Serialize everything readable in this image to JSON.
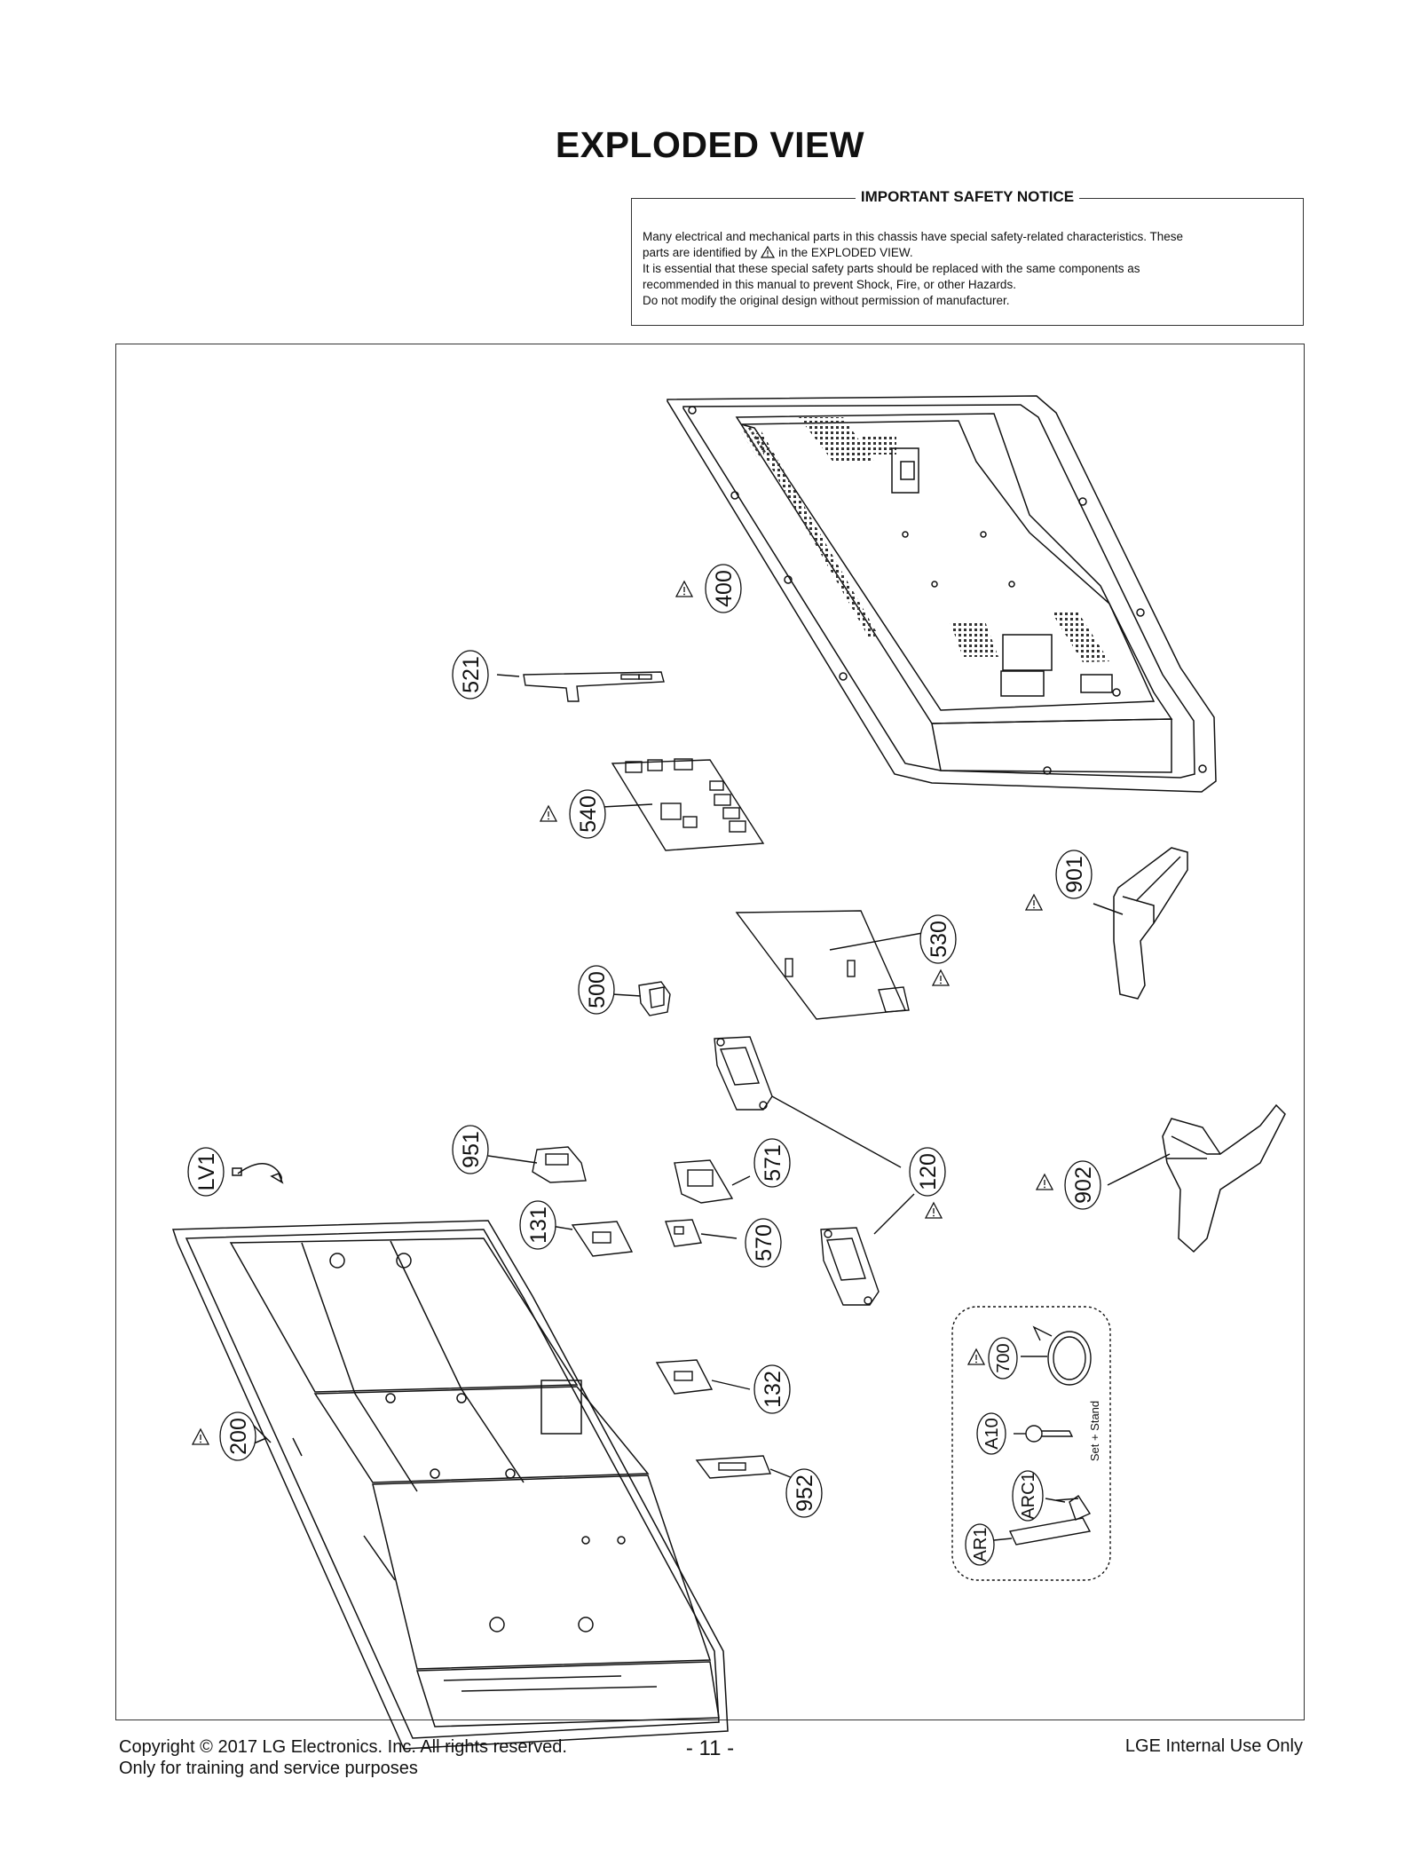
{
  "page": {
    "title": "EXPLODED VIEW"
  },
  "notice": {
    "heading": "IMPORTANT SAFETY NOTICE",
    "line1": "Many electrical and mechanical parts in this chassis have special safety-related characteristics. These",
    "line2a": "parts are identified by",
    "line2b": "in the EXPLODED VIEW.",
    "line3": "It is essential that these special safety parts should be replaced with the same components as",
    "line4": "recommended in this manual to prevent Shock, Fire, or other Hazards.",
    "line5": "Do not modify the original design without permission of manufacturer."
  },
  "parts": {
    "p400": "400",
    "p521": "521",
    "p540": "540",
    "p530": "530",
    "p901": "901",
    "p500": "500",
    "p951": "951",
    "pLV1": "LV1",
    "p571": "571",
    "p120": "120",
    "p902": "902",
    "p131": "131",
    "p570": "570",
    "p700": "700",
    "pA10": "A10",
    "p132": "132",
    "p200": "200",
    "pARC1": "ARC1",
    "p952": "952",
    "pAR1": "AR1"
  },
  "accessory_group_label": "Set + Stand",
  "footer": {
    "copyright": "Copyright  © 2017  LG Electronics. Inc. All rights reserved.",
    "training": "Only for training and service purposes",
    "page_number": "- 11 -",
    "internal": "LGE Internal Use Only"
  }
}
